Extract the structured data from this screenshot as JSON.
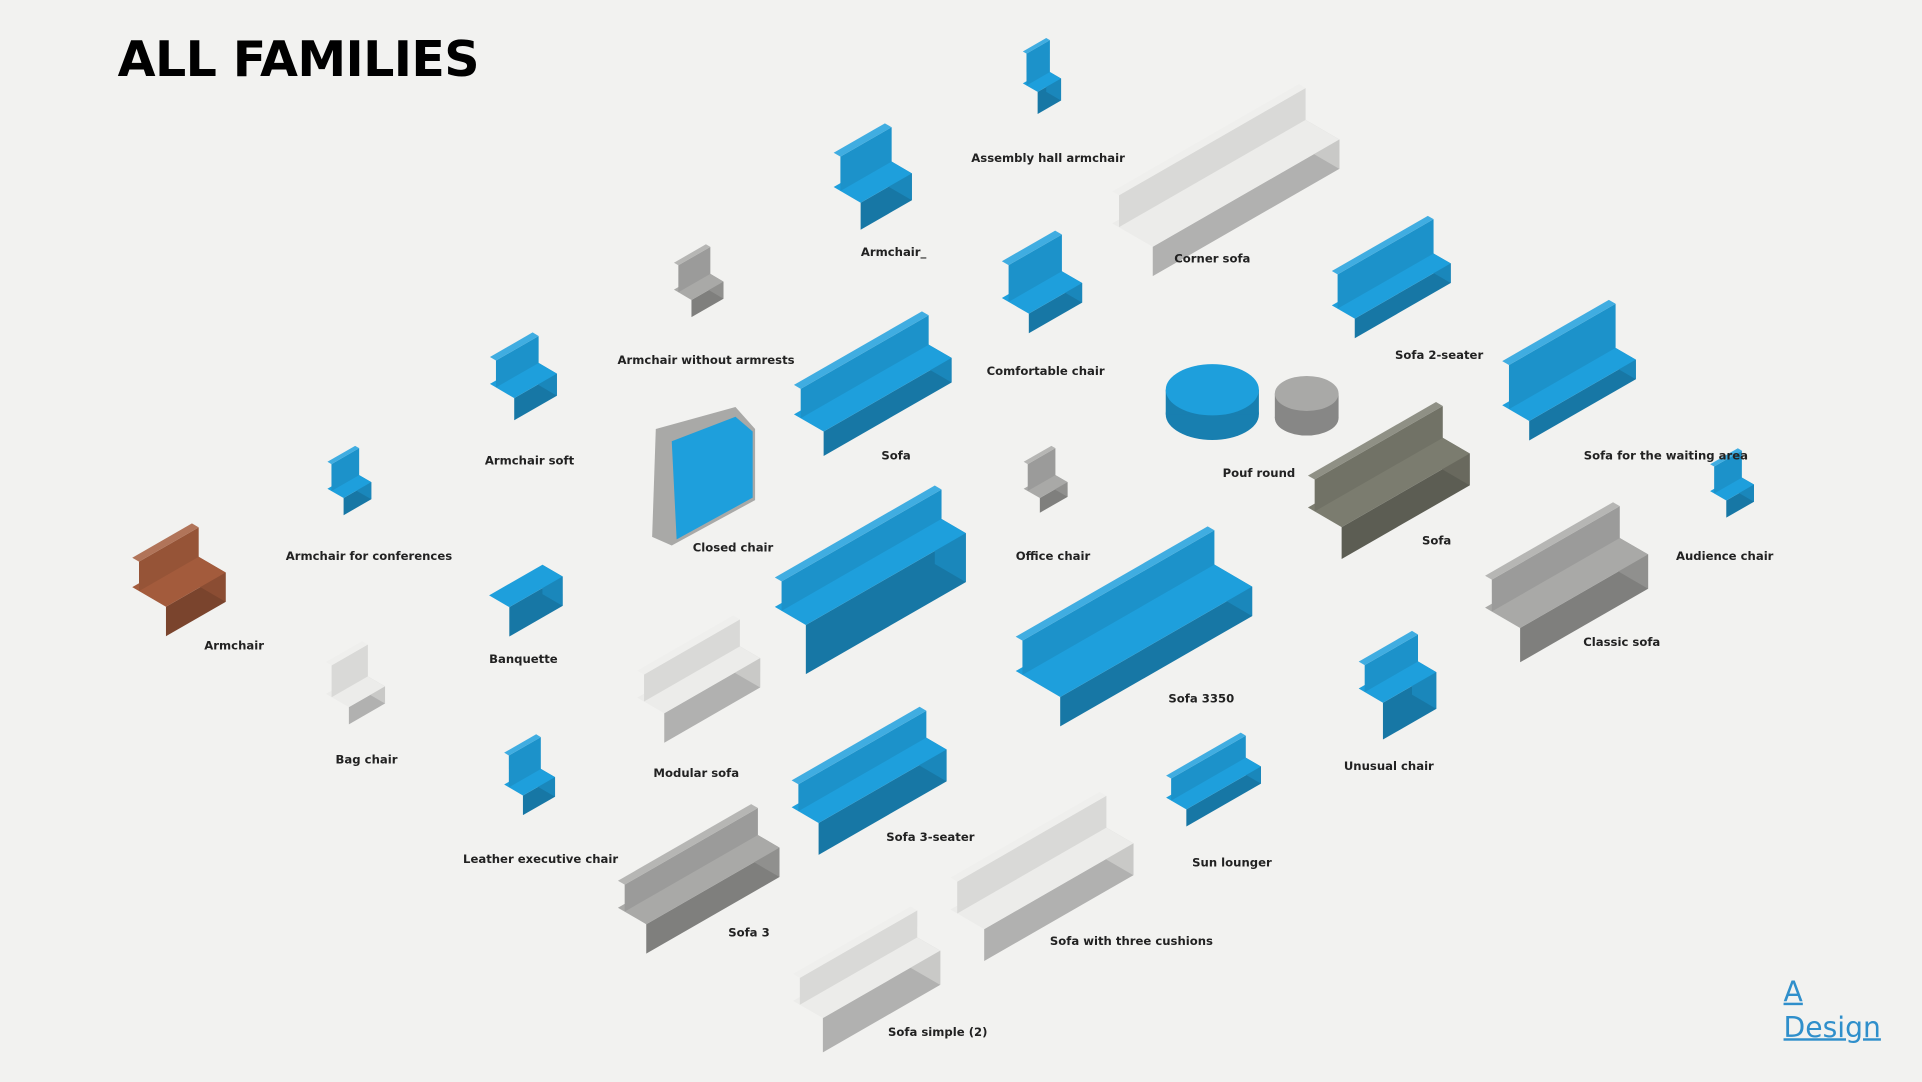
{
  "title": "ALL FAMILIES",
  "logo": {
    "line1": "A",
    "line2": "Design",
    "color": "#2f8fcb"
  },
  "colors": {
    "blue": "#1e9fdc",
    "white": "#ececea",
    "gray": "#a9a9a7",
    "olive": "#7b7c6f",
    "brown": "#a35b3c"
  },
  "families": [
    {
      "label": "Assembly hall armchair",
      "color": "blue"
    },
    {
      "label": "Armchair_",
      "color": "blue"
    },
    {
      "label": "Corner sofa",
      "color": "white"
    },
    {
      "label": "Armchair without armrests",
      "color": "gray"
    },
    {
      "label": "Comfortable chair",
      "color": "blue"
    },
    {
      "label": "Sofa 2-seater",
      "color": "blue"
    },
    {
      "label": "Armchair soft",
      "color": "blue"
    },
    {
      "label": "Sofa",
      "color": "blue"
    },
    {
      "label": "Pouf round",
      "color": "blue"
    },
    {
      "label": "Sofa for the waiting area",
      "color": "blue"
    },
    {
      "label": "Armchair for conferences",
      "color": "blue"
    },
    {
      "label": "Closed chair",
      "color": "blue"
    },
    {
      "label": "Office chair",
      "color": "gray"
    },
    {
      "label": "Sofa",
      "color": "olive"
    },
    {
      "label": "Audience chair",
      "color": "blue"
    },
    {
      "label": "Armchair",
      "color": "brown"
    },
    {
      "label": "Banquette",
      "color": "blue"
    },
    {
      "label": "Sofa 3350",
      "color": "blue"
    },
    {
      "label": "Classic sofa",
      "color": "gray"
    },
    {
      "label": "Bag chair",
      "color": "white"
    },
    {
      "label": "Modular sofa",
      "color": "white"
    },
    {
      "label": "Unusual chair",
      "color": "blue"
    },
    {
      "label": "Leather executive chair",
      "color": "blue"
    },
    {
      "label": "Sofa 3-seater",
      "color": "blue"
    },
    {
      "label": "Sun lounger",
      "color": "blue"
    },
    {
      "label": "Sofa 3",
      "color": "gray"
    },
    {
      "label": "Sofa with three cushions",
      "color": "white"
    },
    {
      "label": "Sofa simple (2)",
      "color": "white"
    },
    {
      "label": "",
      "color": "blue"
    }
  ]
}
